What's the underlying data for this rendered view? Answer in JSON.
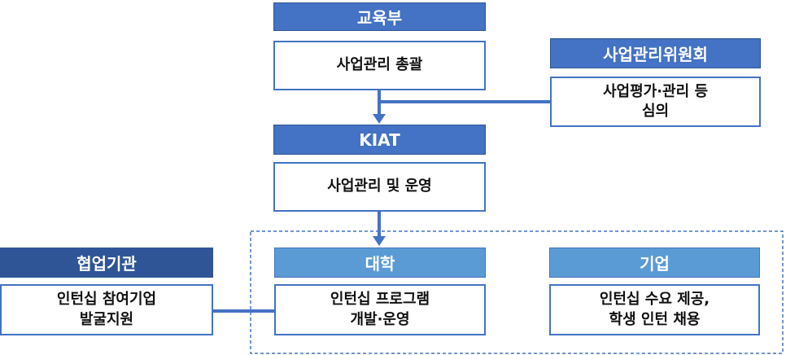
{
  "colors": {
    "primary": "#4472C4",
    "dark": "#2F5597",
    "light": "#5B9BD5"
  },
  "moe": {
    "title": "교육부",
    "role": "사업관리 총괄"
  },
  "committee": {
    "title": "사업관리위원회",
    "role_line1": "사업평가·관리 등",
    "role_line2": "심의"
  },
  "kiat": {
    "title": "KIAT",
    "role": "사업관리 및 운영"
  },
  "partner": {
    "title": "협업기관",
    "role_line1": "인턴십 참여기업",
    "role_line2": "발굴지원"
  },
  "university": {
    "title": "대학",
    "role_line1": "인턴십 프로그램",
    "role_line2": "개발·운영"
  },
  "company": {
    "title": "기업",
    "role_line1": "인턴십 수요 제공,",
    "role_line2": "학생 인턴 채용"
  }
}
